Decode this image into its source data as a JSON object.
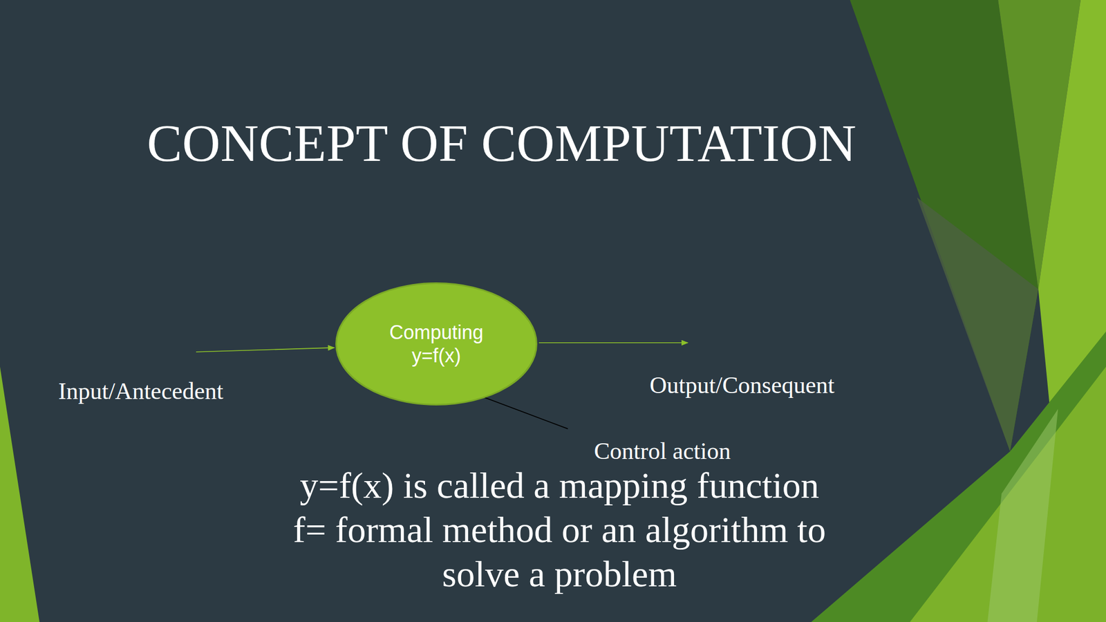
{
  "diagram": {
    "title": "CONCEPT OF COMPUTATION",
    "nodes": [
      {
        "text": [
          "Computing y=f(x)"
        ]
      }
    ],
    "labels": [
      "Input/Antecedent",
      "Output/Consequent",
      "Control action",
      "y=f(x) is called a mapping function f= formal method or an algorithm to solve a problem"
    ]
  }
}
